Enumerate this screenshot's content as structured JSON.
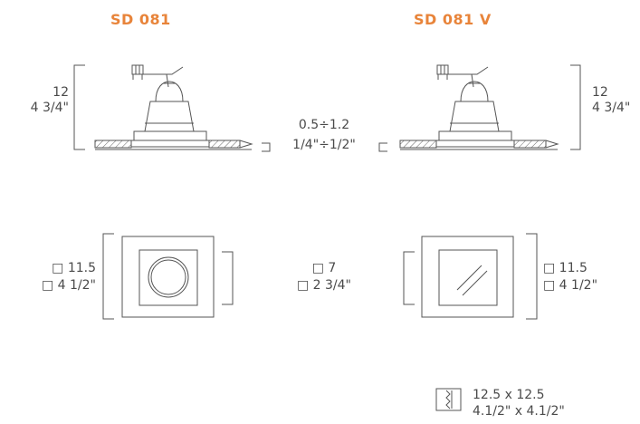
{
  "products": {
    "left": {
      "name": "SD 081"
    },
    "right": {
      "name": "SD 081 V"
    }
  },
  "dimensions": {
    "height_cm": "12",
    "height_in": "4 3/4\"",
    "ceiling_cm": "0.5÷1.2",
    "ceiling_in": "1/4\"÷1/2\"",
    "outer_cm": "□ 11.5",
    "outer_in": "□ 4 1/2\"",
    "inner_cm": "□ 7",
    "inner_in": "□ 2 3/4\"",
    "cutout_cm": "12.5 x 12.5",
    "cutout_in": "4.1/2\" x 4.1/2\""
  }
}
